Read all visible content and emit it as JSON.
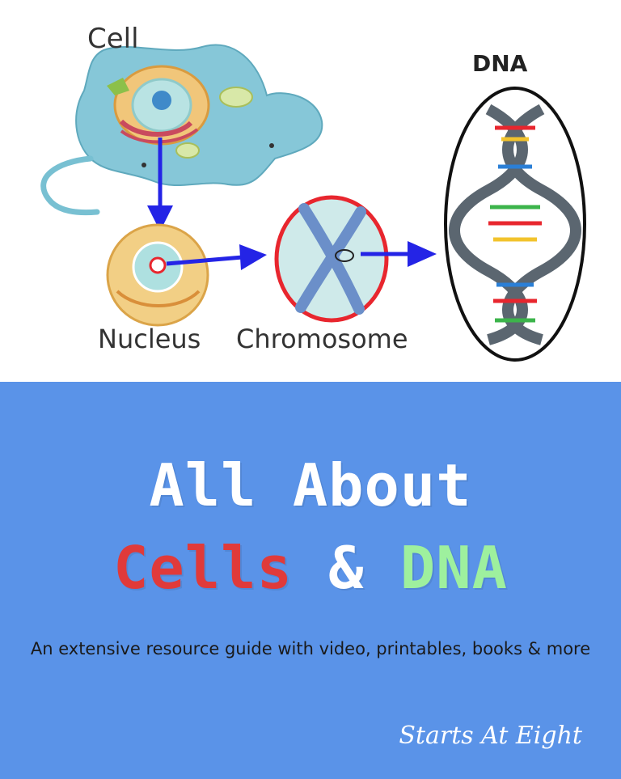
{
  "labels": {
    "cell": "Cell",
    "dna": "DNA",
    "nucleus": "Nucleus",
    "chromosome": "Chromosome"
  },
  "banner": {
    "title_line1": "All About",
    "title_cells": "Cells",
    "title_amp": "&",
    "title_dna": "DNA",
    "subtitle": "An extensive resource guide with video, printables, books & more",
    "brand": "Starts At Eight"
  },
  "colors": {
    "banner_bg": "#5a93e8",
    "cells_red": "#e03a3a",
    "dna_green": "#9ef09e",
    "arrow_blue": "#2424e6",
    "chromosome_ring": "#e8262e"
  }
}
